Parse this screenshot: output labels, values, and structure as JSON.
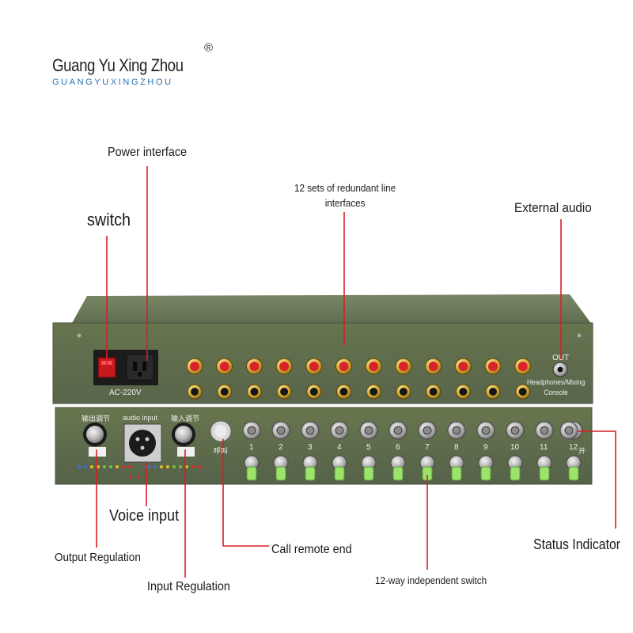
{
  "brand": {
    "name": "Guang Yu Xing Zhou",
    "subtitle": "GUANGYUXINGZHOU",
    "reg_mark": "®"
  },
  "labels": {
    "power_interface": "Power interface",
    "switch": "switch",
    "redundant_lines_1": "12 sets of redundant line",
    "redundant_lines_2": "interfaces",
    "external_audio": "External audio",
    "voice_input": "Voice input",
    "output_regulation": "Output Regulation",
    "input_regulation": "Input Regulation",
    "call_remote_end": "Call remote end",
    "independent_switch": "12-way independent switch",
    "status_indicator": "Status Indicator"
  },
  "device": {
    "rear_panel": {
      "power_label": "AC-220V",
      "out_label": "OUT",
      "headphones_label_1": "Headphones/Mixing",
      "headphones_label_2": "Console"
    },
    "front_panel": {
      "output_knob_label": "输出调节",
      "audio_input_label": "audio input",
      "input_knob_label": "输入调节",
      "call_label": "呼叫",
      "on_label": "开",
      "channels": [
        "1",
        "2",
        "3",
        "4",
        "5",
        "6",
        "7",
        "8",
        "9",
        "10",
        "11",
        "12"
      ]
    }
  },
  "colors": {
    "chassis": "#5d6b4e",
    "rca_red": "#d8232a",
    "switch_green": "#9be36a",
    "annotation_red": "#d62027"
  }
}
